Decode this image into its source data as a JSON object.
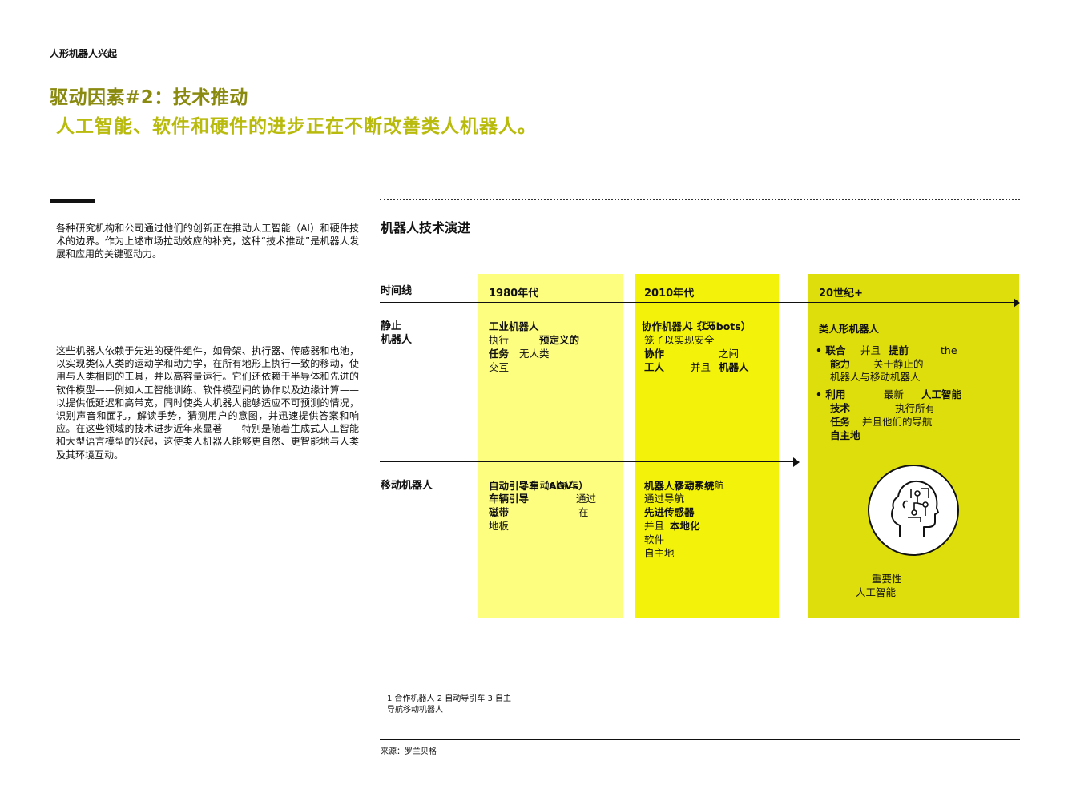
{
  "header": {
    "label": "人形机器人兴起"
  },
  "title": "驱动因素#2：技术推动",
  "subtitle": "人工智能、软件和硬件的进步正在不断改善类人机器人。",
  "left": {
    "para1": "各种研究机构和公司通过他们的创新正在推动人工智能（AI）和硬件技术的边界。作为上述市场拉动效应的补充，这种“技术推动”是机器人发展和应用的关键驱动力。",
    "para2": "这些机器人依赖于先进的硬件组件，如骨架、执行器、传感器和电池，以实现类似人类的运动学和动力学，在所有地形上执行一致的移动，使用与人类相同的工具，并以高容量运行。它们还依赖于半导体和先进的软件模型——例如人工智能训练、软件模型间的协作以及边缘计算——以提供低延迟和高带宽，同时使类人机器人能够适应不可预测的情况，识别声音和面孔，解读手势，猜测用户的意图，并迅速提供答案和响应。在这些领域的技术进步近年来显著——特别是随着生成式人工智能和大型语言模型的兴起，这使类人机器人能够更自然、更智能地与人类及其环境互动。"
  },
  "chart": {
    "section_title": "机器人技术演进",
    "timeline_label": "时间线",
    "static_label_1": "静止",
    "static_label_2": "机器人",
    "mobile_label": "移动机器人",
    "columns": [
      "1980年代",
      "2010年代",
      "20世纪+"
    ],
    "c1_static": {
      "title": "工业机器人",
      "l1a": "执行",
      "l1b": "预定义的",
      "l2a": "任务",
      "l2b": "无人类",
      "l3": "交互"
    },
    "c2_static": {
      "title": "协作机器人（Cobots）",
      "overlay": "1 打开",
      "l1": "笼子以实现安全",
      "l2a": "协作",
      "l2b": "之间",
      "l3a": "工人",
      "l3b": "并且",
      "l3c": "机器人"
    },
    "c1_mobile": {
      "title": "自动引导车（AGVs）",
      "overlay": "2 自动引导车",
      "l1a": "车辆引导",
      "l1b": "通过",
      "l2a": "磁带",
      "l2b": "在",
      "l3": "地板"
    },
    "c2_mobile": {
      "title": "机器人移动系统",
      "overlay": "3 自主导航",
      "l1": "通过导航",
      "l2": "先进传感器",
      "l3a": "并且",
      "l3b": "本地化",
      "l4": "软件",
      "l5": "自主地"
    },
    "c3": {
      "title": "类人形机器人",
      "b1a": "• 联合",
      "b1b": "并且",
      "b1c": "提前",
      "b1d": "the",
      "b1e": "能力",
      "b1f": "关于静止的",
      "b1g": "机器人与移动机器人",
      "b2a": "• 利用",
      "b2b": "最新",
      "b2c": "人工智能",
      "b2d": "技术",
      "b2e": "执行所有",
      "b2f": "任务",
      "b2g": "并且他们的导航",
      "b2h": "自主地",
      "caption1": "重要性",
      "caption2": "人工智能"
    },
    "footnote": "1 合作机器人 2 自动导引车 3 自主导航移动机器人",
    "source": "来源：罗兰贝格"
  },
  "colors": {
    "title": "#8a8a10",
    "subtitle": "#b8ba0c",
    "col1": "#fdfd80",
    "col2": "#f2f20a",
    "col3": "#dede0c"
  }
}
